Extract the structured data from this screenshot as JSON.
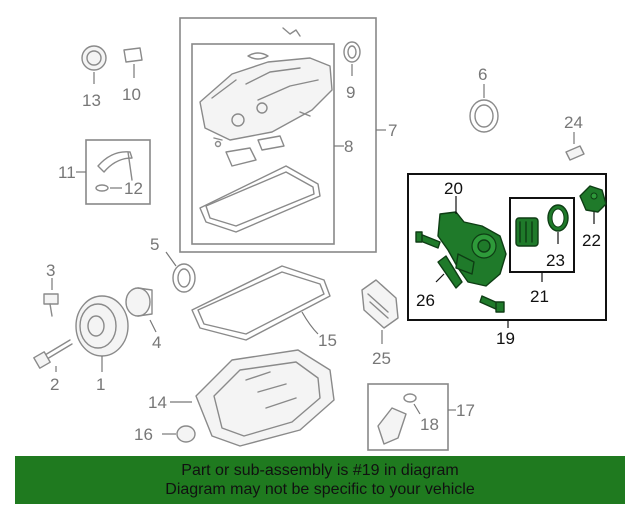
{
  "callouts": {
    "c1": "1",
    "c2": "2",
    "c3": "3",
    "c4": "4",
    "c5": "5",
    "c6": "6",
    "c7": "7",
    "c8": "8",
    "c9": "9",
    "c10": "10",
    "c11": "11",
    "c12": "12",
    "c13": "13",
    "c14": "14",
    "c15": "15",
    "c16": "16",
    "c17": "17",
    "c18": "18",
    "c19": "19",
    "c20": "20",
    "c21": "21",
    "c22": "22",
    "c23": "23",
    "c24": "24",
    "c25": "25",
    "c26": "26"
  },
  "highlighted_part": "19",
  "banner": {
    "line1": "Part or sub-assembly is #19 in diagram",
    "line2": "Diagram may not be specific to your vehicle"
  },
  "colors": {
    "banner_bg": "#1f7a1f",
    "highlight_part": "#1f7a2a",
    "line_gray": "#8a8a8a"
  }
}
